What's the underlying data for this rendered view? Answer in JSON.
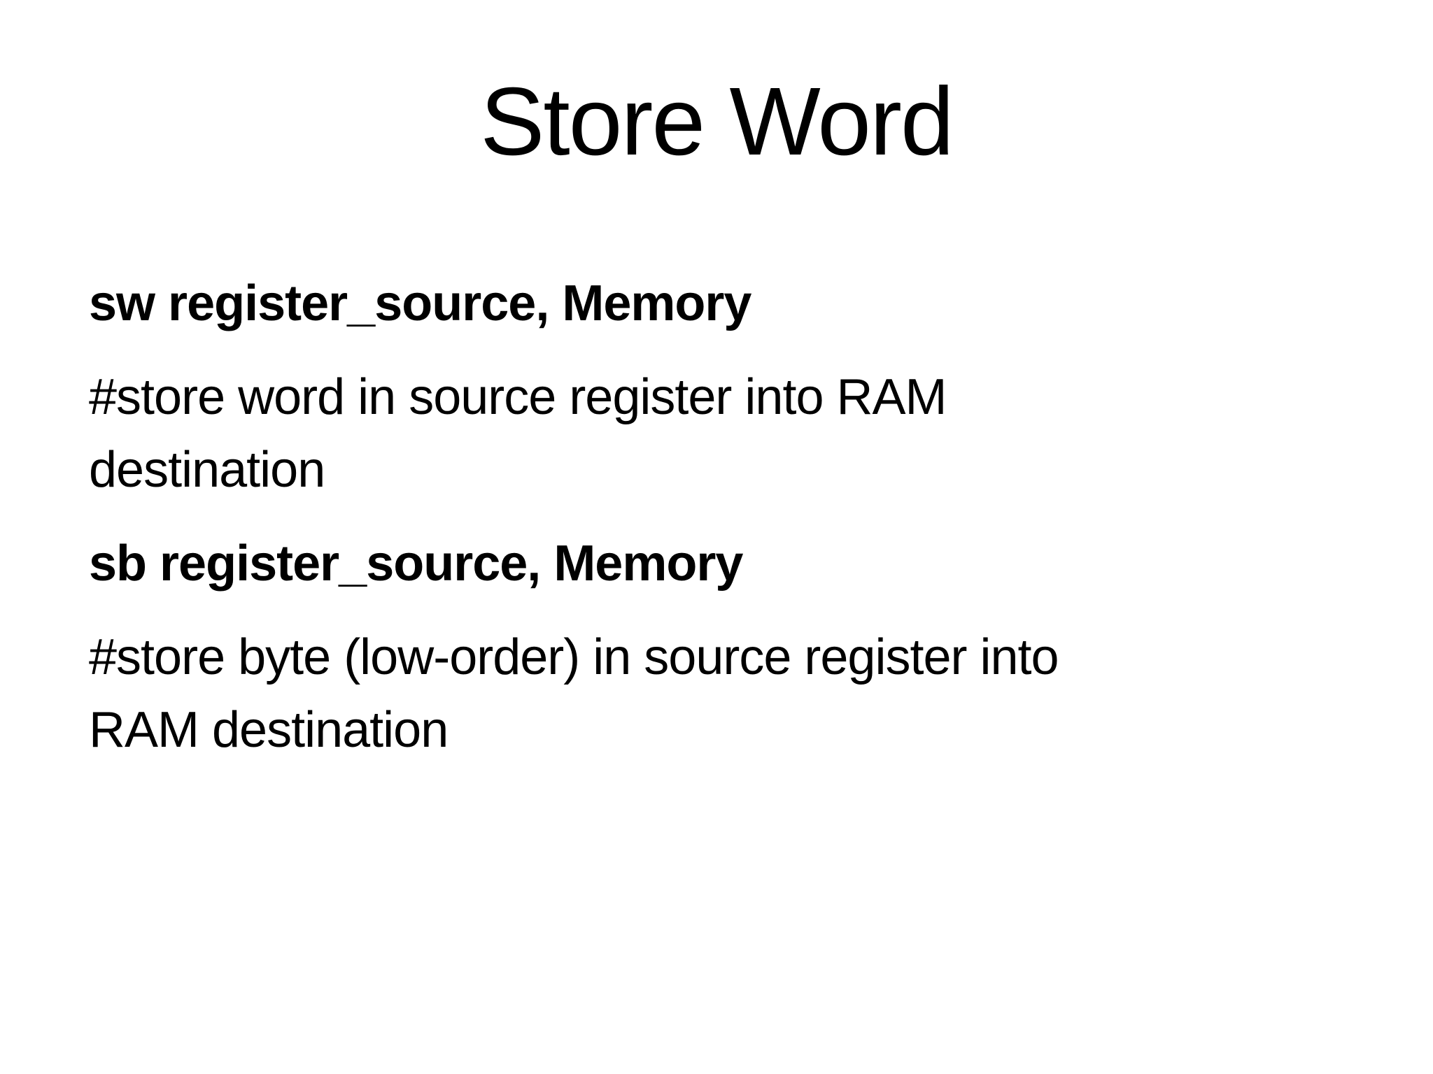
{
  "slide": {
    "title": "Store Word",
    "content": [
      {
        "text": "sw register_source, Memory",
        "style": "bold-instruction"
      },
      {
        "text": "#store word in source register into RAM",
        "style": "comment"
      },
      {
        "text": "destination",
        "style": "comment-wrap"
      },
      {
        "text": "sb register_source, Memory",
        "style": "bold-instruction"
      },
      {
        "text": "#store byte (low-order) in source register into",
        "style": "comment"
      },
      {
        "text": "RAM destination",
        "style": "comment-wrap"
      }
    ],
    "colors": {
      "background": "#ffffff",
      "text": "#000000"
    }
  }
}
